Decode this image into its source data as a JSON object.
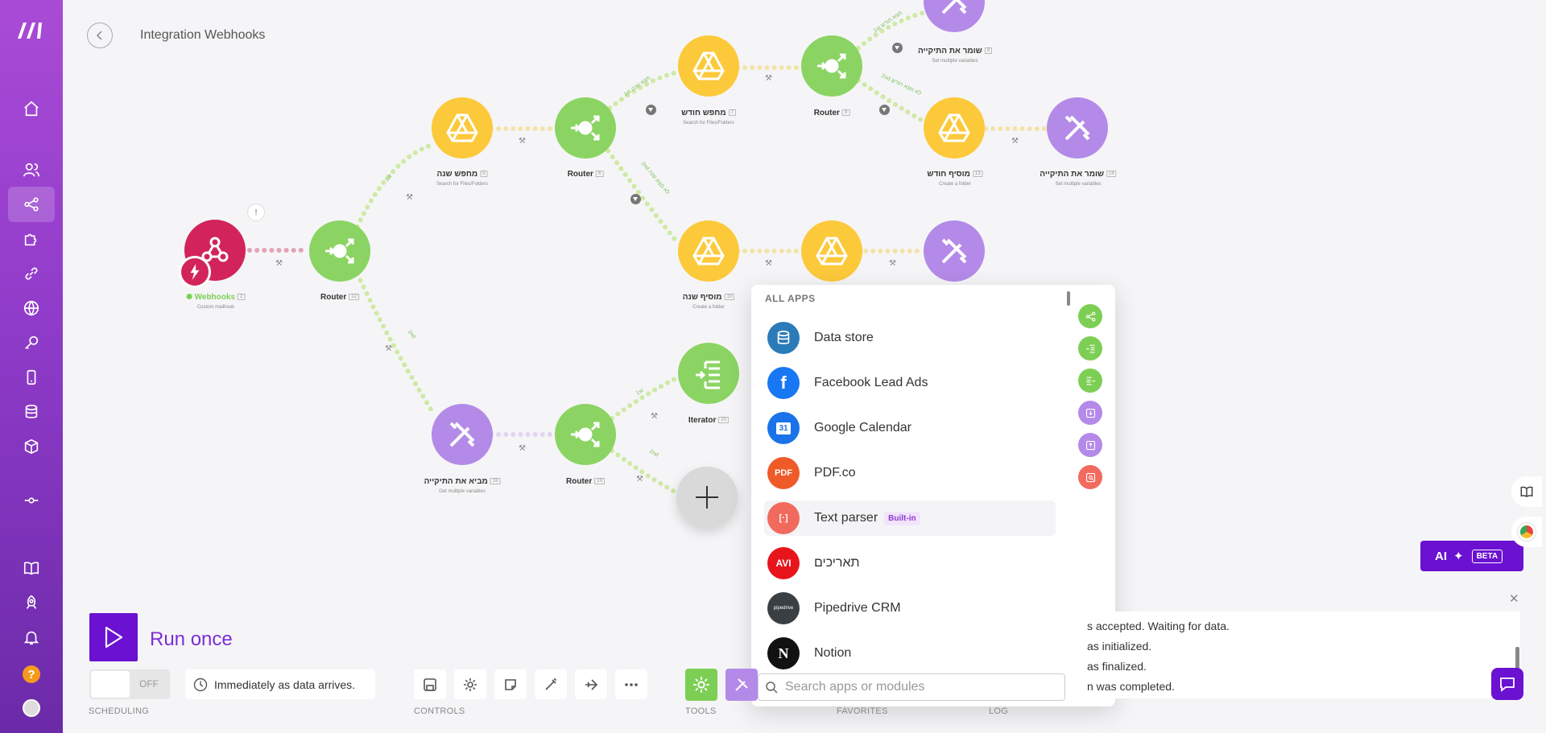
{
  "header": {
    "title": "Integration Webhooks",
    "back_icon": "arrow-left-icon"
  },
  "sidebar": {
    "items": [
      {
        "name": "home",
        "icon": "home-icon"
      },
      {
        "name": "team",
        "icon": "users-icon"
      },
      {
        "name": "scenarios",
        "icon": "share-icon",
        "active": true
      },
      {
        "name": "templates",
        "icon": "puzzle-icon"
      },
      {
        "name": "connections",
        "icon": "link-icon"
      },
      {
        "name": "webhooks",
        "icon": "globe-icon"
      },
      {
        "name": "keys",
        "icon": "key-icon"
      },
      {
        "name": "devices",
        "icon": "phone-icon"
      },
      {
        "name": "data-stores",
        "icon": "database-icon"
      },
      {
        "name": "data-structures",
        "icon": "cube-icon"
      },
      {
        "name": "custom-functions",
        "icon": "commit-icon"
      },
      {
        "name": "docs",
        "icon": "book-icon"
      },
      {
        "name": "whats-new",
        "icon": "rocket-icon"
      },
      {
        "name": "notifications",
        "icon": "bell-icon"
      },
      {
        "name": "help",
        "icon": "help-icon",
        "label": "?"
      },
      {
        "name": "profile",
        "icon": "avatar-icon"
      }
    ]
  },
  "nodes": {
    "webhooks": {
      "label": "Webhooks",
      "idx": "2",
      "sub": "Custom mailhook",
      "warn": "!"
    },
    "router1": {
      "label": "Router",
      "idx": "12"
    },
    "search_year": {
      "label": "מחפש שנה",
      "idx": "5",
      "sub": "Search for Files/Folders"
    },
    "router2": {
      "label": "Router",
      "idx": "6"
    },
    "search_month": {
      "label": "מחפש חודש",
      "idx": "7",
      "sub": "Search for Files/Folders"
    },
    "router3": {
      "label": "Router",
      "idx": "8"
    },
    "save_folder_top": {
      "label": "שומר את התיקייה",
      "idx": "9",
      "sub": "Set multiple variables"
    },
    "add_month": {
      "label": "מוסיף חודש",
      "idx": "13",
      "sub": "Create a folder"
    },
    "save_folder_mid": {
      "label": "שומר את התיקייה",
      "idx": "14",
      "sub": "Set multiple variables"
    },
    "add_year": {
      "label": "מוסיף שנה",
      "idx": "10",
      "sub": "Create a folder"
    },
    "get_folder": {
      "label": "מביא את התיקייה",
      "idx": "18",
      "sub": "Get multiple variables"
    },
    "router4": {
      "label": "Router",
      "idx": "19"
    },
    "iterator": {
      "label": "Iterator",
      "idx": "20"
    }
  },
  "link_labels": {
    "r1_1st": "1st",
    "r1_2nd": "2nd",
    "r2_1st": "1st",
    "r2_2nd": "2nd",
    "r2_1st_name": "מצא שנה",
    "r2_2nd_name": "לא מצא שנה",
    "r3_1st": "1st",
    "r3_2nd": "2nd",
    "r3_1st_name": "מצא חודש",
    "r3_2nd_name": "לא מצא חודש",
    "r4_1st": "1st",
    "r4_2nd": "2nd"
  },
  "picker": {
    "heading": "ALL APPS",
    "apps": [
      {
        "name": "Data store",
        "icon": "database-icon",
        "color": "#2b7bb9"
      },
      {
        "name": "Facebook Lead Ads",
        "icon": "facebook-icon",
        "color": "#1877f2"
      },
      {
        "name": "Google Calendar",
        "icon": "calendar-icon",
        "color": "#1a73e8",
        "icon_text": "31"
      },
      {
        "name": "PDF.co",
        "icon": "pdf-icon",
        "color": "#ef5a29",
        "icon_text": "PDF"
      },
      {
        "name": "Text parser",
        "icon": "text-parser-icon",
        "color": "#f26a5e",
        "badge": "Built-in",
        "icon_text": "[·]"
      },
      {
        "name": "תאריכים",
        "icon": "avi-icon",
        "color": "#e8141c",
        "icon_text": "AVI"
      },
      {
        "name": "Pipedrive CRM",
        "icon": "pipedrive-icon",
        "color": "#3a3f44",
        "icon_text": "pipedrive"
      },
      {
        "name": "Notion",
        "icon": "notion-icon",
        "color": "#111111",
        "icon_text": "N"
      }
    ],
    "search_placeholder": "Search apps or modules",
    "side_tools": [
      {
        "name": "router",
        "icon": "share-icon",
        "color": "#7ccf54"
      },
      {
        "name": "iterator",
        "icon": "iterator-icon",
        "color": "#7ccf54"
      },
      {
        "name": "aggregator",
        "icon": "aggregator-icon",
        "color": "#7ccf54"
      },
      {
        "name": "set-variable",
        "icon": "download-icon",
        "color": "#b48ae8"
      },
      {
        "name": "get-variable",
        "icon": "upload-icon",
        "color": "#b48ae8"
      },
      {
        "name": "text-search",
        "icon": "search-icon",
        "color": "#f26a5e"
      }
    ]
  },
  "toolbar": {
    "run_once_label": "Run once",
    "toggle_label": "OFF",
    "schedule_label": "Immediately as data arrives.",
    "sections": {
      "scheduling": "SCHEDULING",
      "controls": "CONTROLS",
      "tools": "TOOLS",
      "favorites": "FAVORITES",
      "log": "LOG"
    }
  },
  "log": {
    "lines": [
      "s accepted. Waiting for data.",
      "as initialized.",
      "as finalized.",
      "n was completed."
    ]
  },
  "ai_button": {
    "label": "AI",
    "badge": "BETA"
  },
  "colors": {
    "brand": "#6b11d1",
    "router": "#8bd463",
    "drive": "#fcc93b",
    "tools": "#b48ae8",
    "webhook": "#d2245a"
  }
}
